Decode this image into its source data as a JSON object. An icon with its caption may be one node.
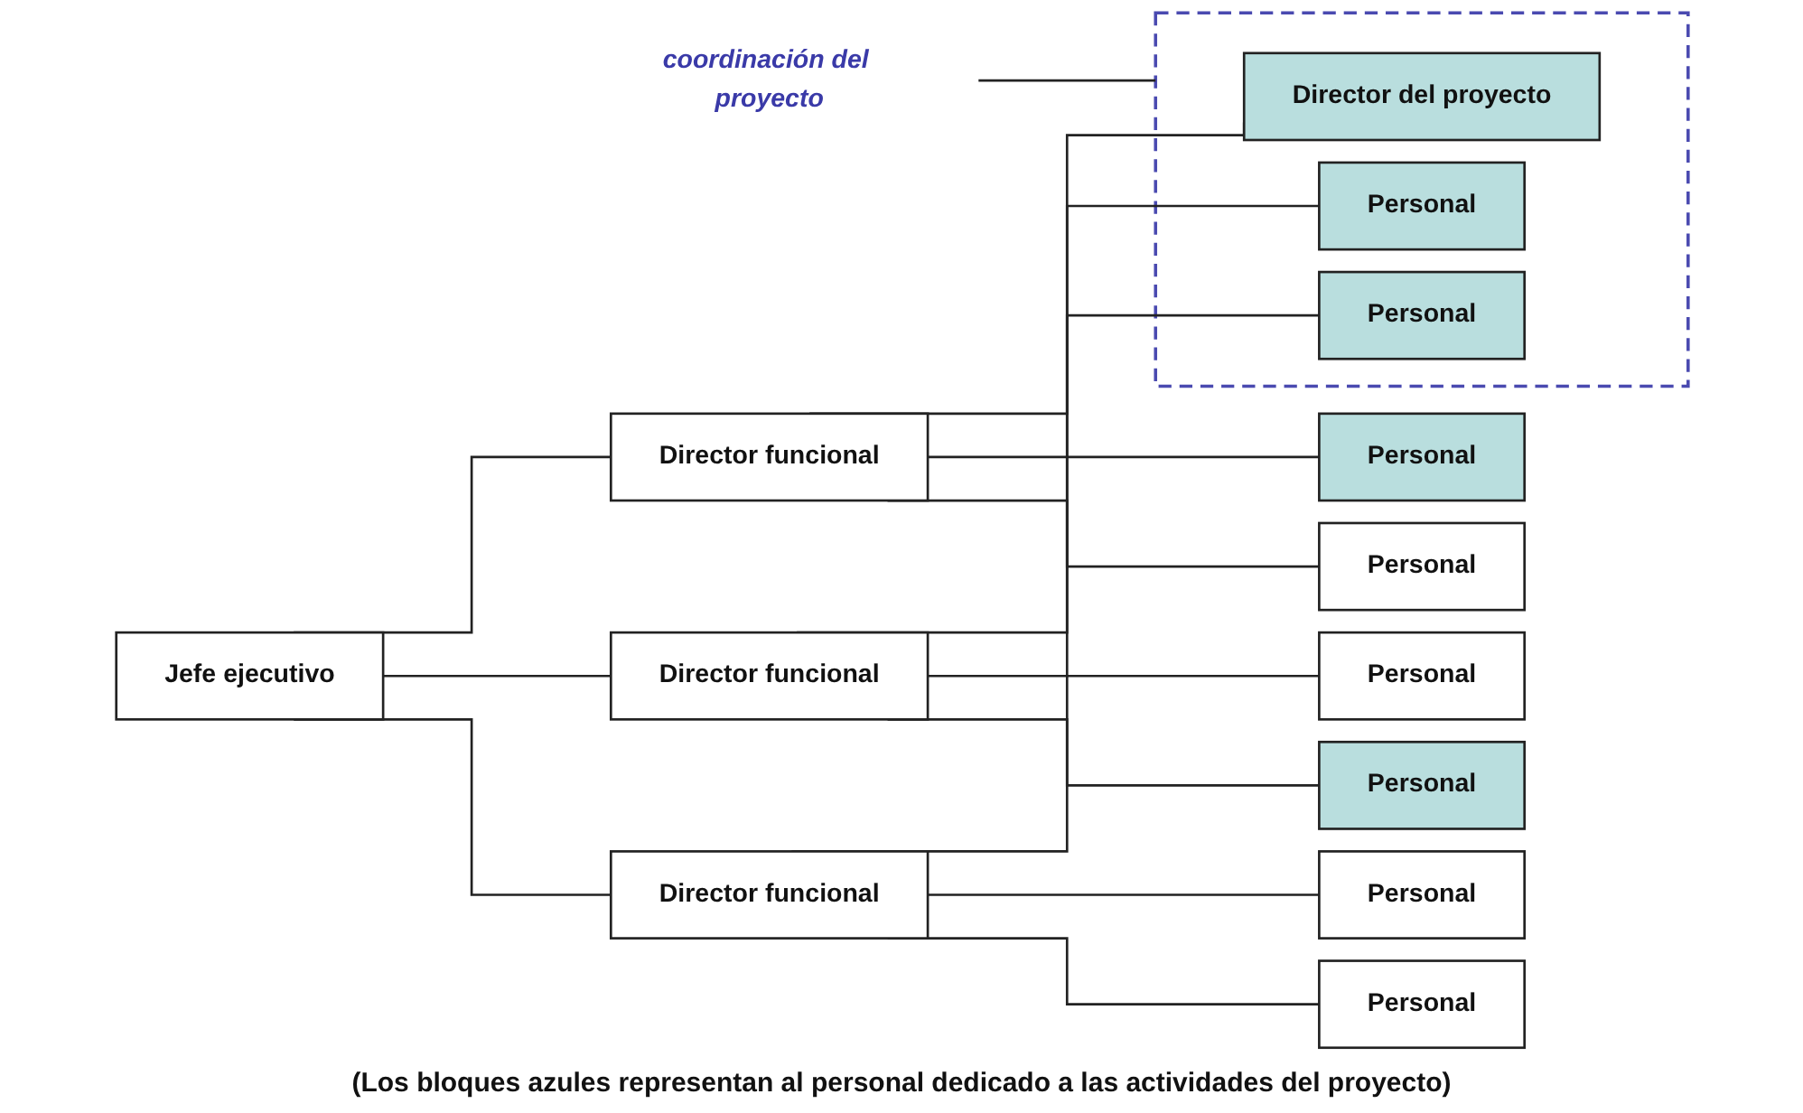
{
  "diagram": {
    "caption": "(Los bloques azules representan al personal dedicado a las actividades del proyecto)",
    "nodes": [
      {
        "text": [
          "Jefe ejecutivo"
        ]
      },
      {
        "text": [
          "Director funcional"
        ]
      },
      {
        "text": [
          "Director funcional"
        ]
      },
      {
        "text": [
          "Director funcional"
        ]
      },
      {
        "text": [],
        "shape": "box"
      },
      {
        "text": [
          "Personal"
        ]
      },
      {
        "text": [
          "Personal"
        ]
      },
      {
        "text": [
          "Director del proyecto"
        ],
        "in": 4
      },
      {
        "text": [
          "Personal"
        ]
      },
      {
        "text": [
          "Personal"
        ]
      },
      {
        "text": [
          "Personal"
        ],
        "in": 4
      },
      {
        "text": [
          "Personal"
        ]
      },
      {
        "text": [
          "Personal"
        ]
      },
      {
        "text": [
          "Personal"
        ],
        "in": 4
      },
      {
        "text": [
          "coordinación del proyecto"
        ]
      }
    ],
    "edges": [
      {
        "from": 0,
        "to": 1,
        "arrow": "none"
      },
      {
        "from": 0,
        "to": 2,
        "arrow": "none"
      },
      {
        "from": 0,
        "to": 3,
        "arrow": "none"
      },
      {
        "from": 1,
        "to": 5,
        "arrow": "none"
      },
      {
        "from": 1,
        "to": 6,
        "arrow": "none"
      },
      {
        "from": 1,
        "to": 7,
        "arrow": "none"
      },
      {
        "from": 2,
        "to": 8,
        "arrow": "none"
      },
      {
        "from": 2,
        "to": 9,
        "arrow": "none"
      },
      {
        "from": 2,
        "to": 10,
        "arrow": "none"
      },
      {
        "from": 3,
        "to": 11,
        "arrow": "none"
      },
      {
        "from": 3,
        "to": 12,
        "arrow": "none"
      },
      {
        "from": 3,
        "to": 13,
        "arrow": "none"
      },
      {
        "from": 14,
        "to": 4,
        "arrow": "none"
      }
    ]
  }
}
